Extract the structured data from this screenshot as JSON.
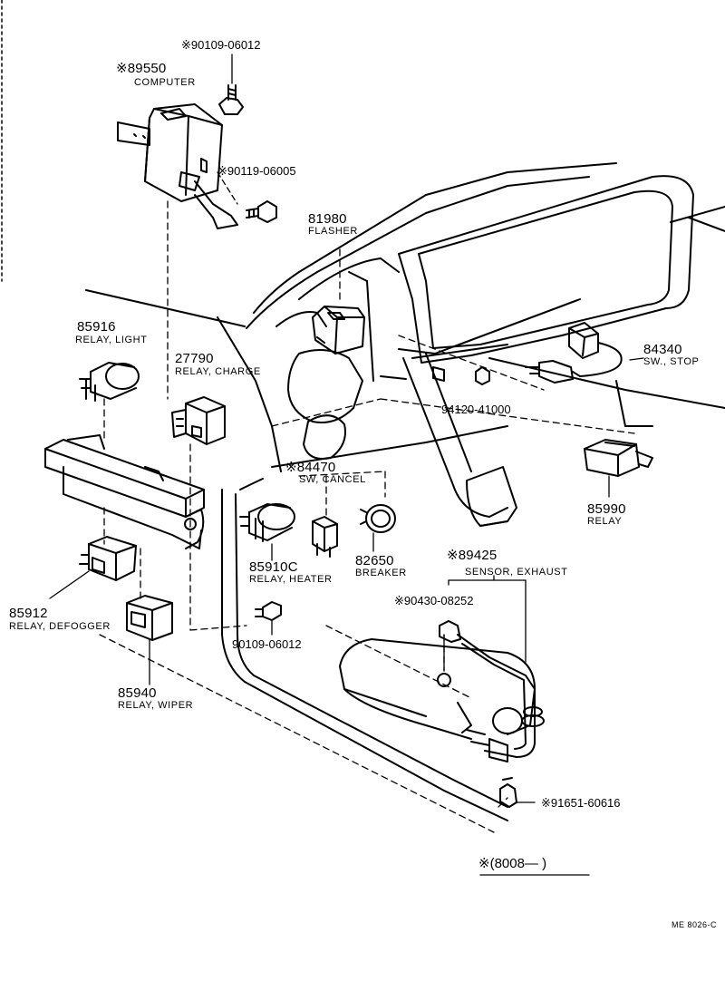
{
  "parts": {
    "bolt_top": "※90109-06012",
    "computer_pn": "※89550",
    "computer_desc": "COMPUTER",
    "bolt_computer": "※90119-06005",
    "flasher_pn": "81980",
    "flasher_desc": "FLASHER",
    "relay_light_pn": "85916",
    "relay_light_desc": "RELAY, LIGHT",
    "relay_charge_pn": "27790",
    "relay_charge_desc": "RELAY, CHARGE",
    "sw_stop_pn": "84340",
    "sw_stop_desc": "SW., STOP",
    "nut_pn": "94120-41000",
    "sw_cancel_pn": "※84470",
    "sw_cancel_desc": "SW, CANCEL",
    "relay_pn": "85990",
    "relay_desc": "RELAY",
    "relay_heater_pn": "85910C",
    "relay_heater_desc": "RELAY, HEATER",
    "breaker_pn": "82650",
    "breaker_desc": "BREAKER",
    "sensor_pn": "※89425",
    "sensor_desc": "SENSOR, EXHAUST",
    "bolt_sensor": "※90430-08252",
    "relay_defogger_pn": "85912",
    "relay_defogger_desc": "RELAY, DEFOGGER",
    "bolt_bottom": "90109-06012",
    "relay_wiper_pn": "85940",
    "relay_wiper_desc": "RELAY, WIPER",
    "bolt_sensor2": "※91651-60616"
  },
  "applicability": "※(8008—        )",
  "figure_code": "ME 8026-C"
}
